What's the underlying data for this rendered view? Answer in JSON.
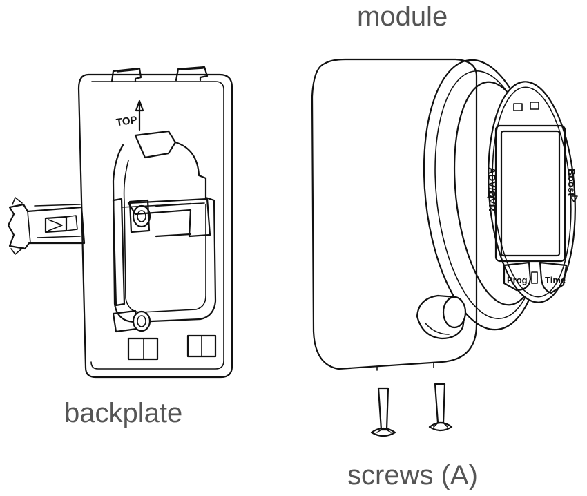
{
  "labels": {
    "module": "module",
    "backplate": "backplate",
    "screws": "screws (A)"
  },
  "backplate_marks": {
    "top": "TOP"
  },
  "display_buttons": {
    "adv": "ADV",
    "ovr": "OVR",
    "boost": "Boost",
    "prog": "Prog",
    "time": "Time"
  }
}
